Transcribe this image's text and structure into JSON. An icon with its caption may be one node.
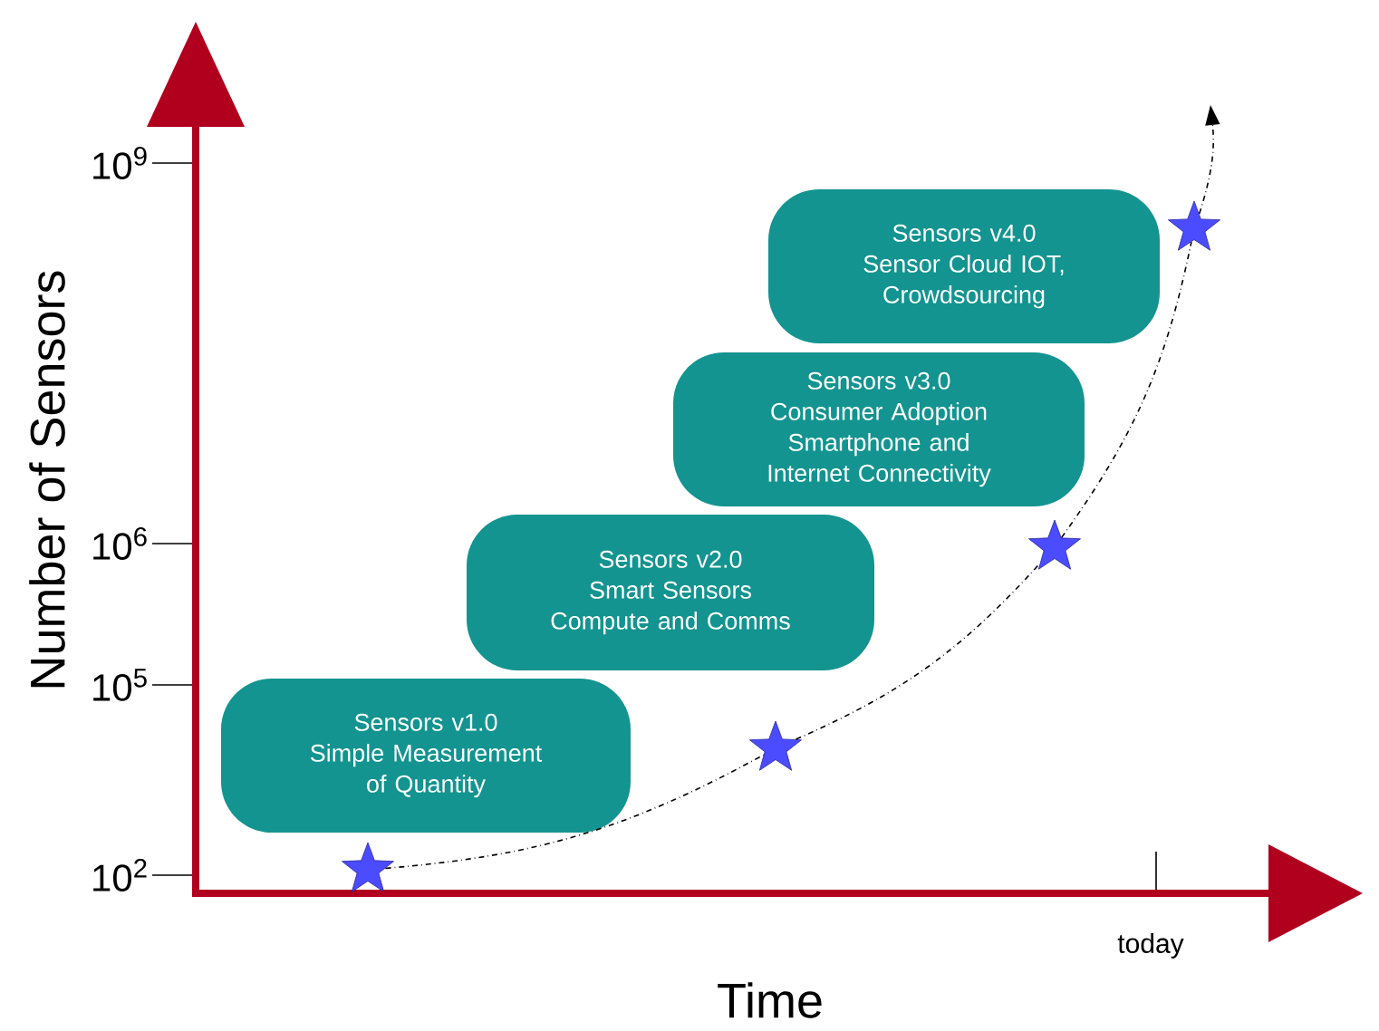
{
  "diagram": {
    "nodes": [
      {
        "text": [
          "Sensors v1.0",
          "Simple Measurement of Quantity"
        ]
      },
      {
        "text": [
          "Sensors v2.0",
          "Smart Sensors Compute and Comms"
        ]
      },
      {
        "text": [
          "Sensors v3.0",
          "Consumer Adoption Smartphone and Internet Connectivity"
        ]
      },
      {
        "text": [
          "Sensors v4.0",
          "Sensor Cloud IOT, Crowdsourcing"
        ]
      },
      {
        "text": [],
        "shape": "star"
      },
      {
        "text": [],
        "shape": "star"
      },
      {
        "text": [],
        "shape": "star"
      },
      {
        "text": [],
        "shape": "star"
      }
    ],
    "edges": [
      {
        "from": 4,
        "to": 5,
        "arrow": "none",
        "style": "dashed"
      },
      {
        "from": 5,
        "to": 6,
        "arrow": "none",
        "style": "dashed"
      },
      {
        "from": 6,
        "to": 7,
        "arrow": "none",
        "style": "dashed"
      },
      {
        "from": 7,
        "to": null,
        "arrow": "to",
        "style": "dashed"
      }
    ],
    "labels": [
      "10$^{9}$",
      "10$^{6}$",
      "10$^{5}$",
      "10$^{2}$",
      "today",
      "Number of Sensors",
      "Time"
    ]
  }
}
